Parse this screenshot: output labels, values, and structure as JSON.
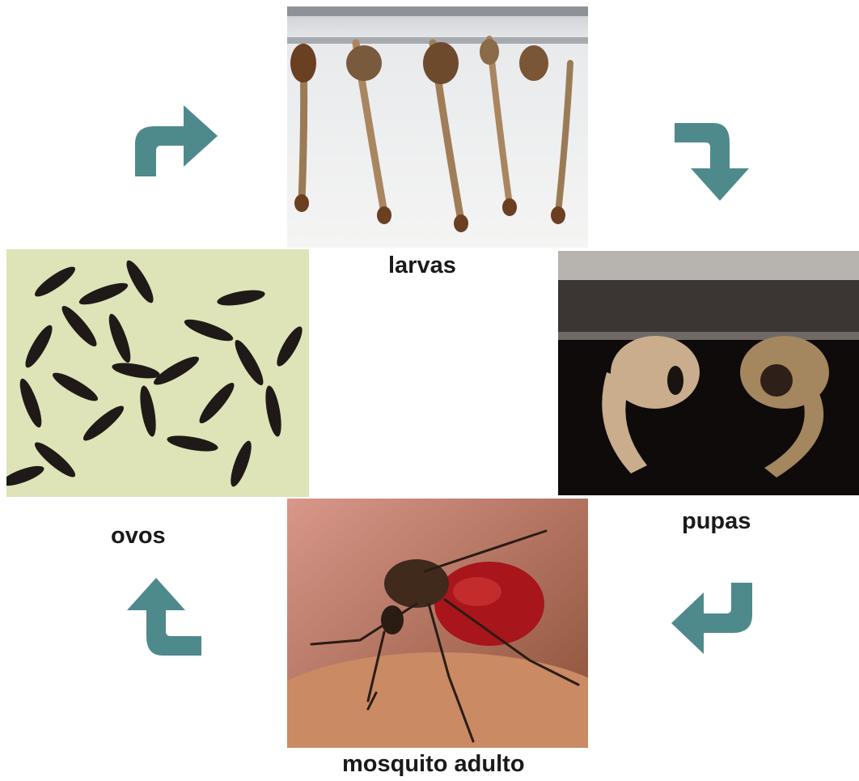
{
  "diagram": {
    "stages": [
      {
        "id": "larvas",
        "label": "larvas"
      },
      {
        "id": "pupas",
        "label": "pupas"
      },
      {
        "id": "mosquito-adulto",
        "label": "mosquito adulto"
      },
      {
        "id": "ovos",
        "label": "ovos"
      }
    ],
    "arrow_color": "#4e8a8c"
  }
}
